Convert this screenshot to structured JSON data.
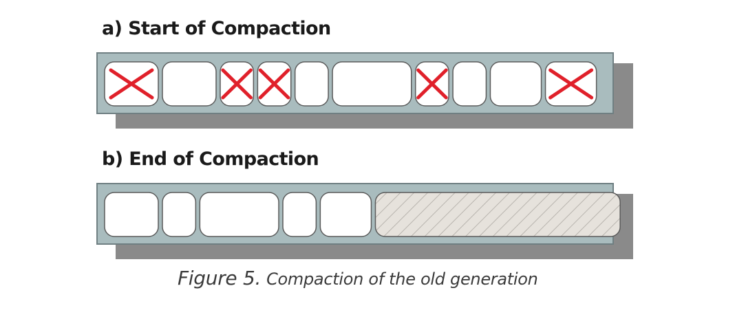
{
  "figure": {
    "heading_a": "a) Start of Compaction",
    "heading_b": "b) End of Compaction",
    "caption_label": "Figure 5.",
    "caption_text": "Compaction of the old generation"
  },
  "colors": {
    "heap_fill": "#a9bcbe",
    "heap_border": "#6f7f82",
    "shadow": "#8a8a8a",
    "object_fill": "#ffffff",
    "object_border": "#5a5a5a",
    "dead_mark": "#e0202a",
    "free_space_fill": "#e6e2dc",
    "free_space_hatch": "#b8b4ae"
  },
  "heap_start": {
    "objects": [
      {
        "status": "dead",
        "size": 1.0
      },
      {
        "status": "live",
        "size": 1.0
      },
      {
        "status": "dead",
        "size": 0.62
      },
      {
        "status": "dead",
        "size": 0.62
      },
      {
        "status": "live",
        "size": 0.62
      },
      {
        "status": "live",
        "size": 1.47
      },
      {
        "status": "dead",
        "size": 0.62
      },
      {
        "status": "live",
        "size": 0.62
      },
      {
        "status": "live",
        "size": 0.95
      },
      {
        "status": "dead",
        "size": 0.95
      }
    ]
  },
  "heap_end": {
    "objects": [
      {
        "status": "live",
        "size": 1.0
      },
      {
        "status": "live",
        "size": 0.62
      },
      {
        "status": "live",
        "size": 1.47
      },
      {
        "status": "live",
        "size": 0.62
      },
      {
        "status": "live",
        "size": 0.95
      },
      {
        "status": "free",
        "size": 4.56
      }
    ]
  }
}
